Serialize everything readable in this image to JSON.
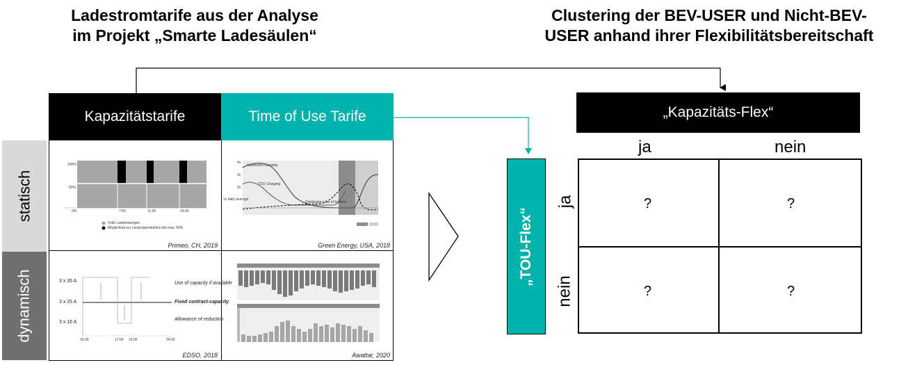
{
  "left_title": "Ladestromtarife aus der Analyse\nim Projekt „Smarte Ladesäulen“",
  "right_title": "Clustering der BEV-USER und Nicht-BEV-\nUSER anhand ihrer Flexibilitätsbereitschaft",
  "tariff_table": {
    "col_headers": [
      "Kapazitätstarife",
      "Time of Use Tarife"
    ],
    "row_headers": [
      "statisch",
      "dynamisch"
    ],
    "cells": [
      {
        "caption": "Primeo, CH, 2019",
        "y_labels": [
          "100%",
          "50%",
          "0%"
        ],
        "legend": [
          "Volle Ladeleistungen",
          "Möglichkeit zur Leistungsreduktion bis max. 50%"
        ],
        "x_labels": [
          "7:00",
          "11:00",
          "16:00"
        ]
      },
      {
        "caption": "Green Energy, USA, 2018",
        "labels": [
          "Optimised Charging",
          "TOU Charging",
          "Distribution Use of System",
          "1x daily average"
        ],
        "y_labels": [
          "4x",
          "3x",
          "2x"
        ]
      },
      {
        "caption": "EDSO, 2018",
        "y_labels": [
          "3 x 35 A",
          "3 x 25 A",
          "3 x 16 A"
        ],
        "notes": [
          "Use of capacity if available",
          "Fixed contract-capacity",
          "Allowance of reduction"
        ],
        "x_labels": [
          "16:00",
          "17:00",
          "19:00",
          "24:00"
        ]
      },
      {
        "caption": "Awattar, 2020"
      }
    ]
  },
  "cluster": {
    "col_title": "„Kapazitäts-Flex“",
    "row_title": "„TOU-Flex“",
    "col_labels": [
      "ja",
      "nein"
    ],
    "row_labels": [
      "ja",
      "nein"
    ],
    "cells": [
      "?",
      "?",
      "?",
      "?"
    ]
  },
  "colors": {
    "teal": "#00b3ad",
    "black": "#000000",
    "gray_dark": "#6f6f6f",
    "gray_light": "#d9d9d9",
    "bar_gray": "#a6a6a6"
  }
}
